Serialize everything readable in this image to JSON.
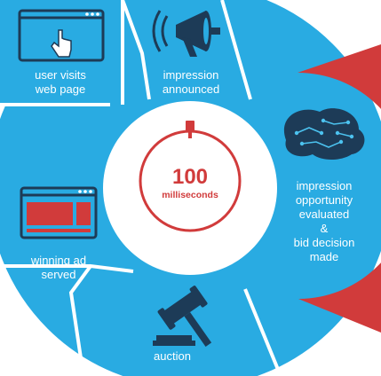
{
  "colors": {
    "blue": "#29abe2",
    "red": "#d13b3b",
    "navy": "#1d3b57",
    "white": "#ffffff"
  },
  "timer": {
    "value": "100",
    "unit": "milliseconds",
    "icon": "stopwatch-icon"
  },
  "steps": [
    {
      "lines": [
        "user visits",
        "web page"
      ],
      "icon": "browser-click-icon"
    },
    {
      "lines": [
        "impression",
        "announced"
      ],
      "icon": "megaphone-icon"
    },
    {
      "lines": [
        "impression",
        "opportunity",
        "evaluated",
        "&",
        "bid decision",
        "made"
      ],
      "icon": "brain-circuit-icon"
    },
    {
      "lines": [
        "auction"
      ],
      "icon": "gavel-icon"
    },
    {
      "lines": [
        "winning ad",
        "served"
      ],
      "icon": "browser-ad-icon"
    }
  ]
}
